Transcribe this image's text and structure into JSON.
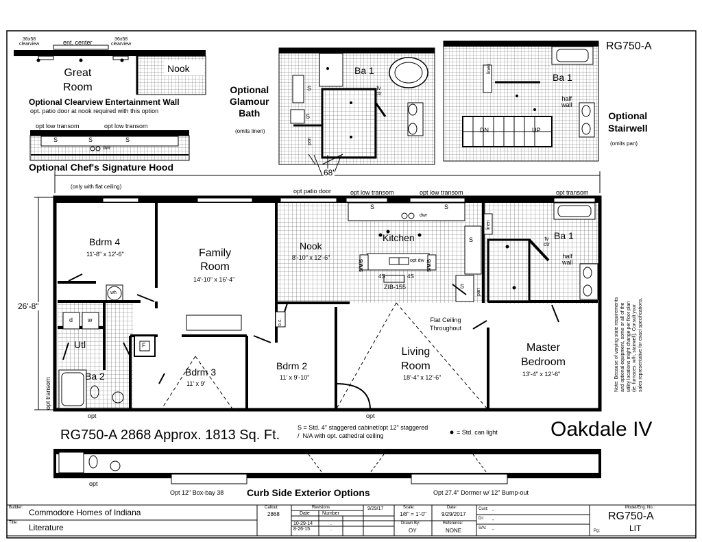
{
  "model_code": "RG750-A",
  "insets": {
    "entertainment": {
      "clearview_left": "36x58\nclearview",
      "ent_center": "ent. center",
      "clearview_right": "36x58\nclearview",
      "great_room": "Great\nRoom",
      "nook": "Nook",
      "title": "Optional Clearview Entertainment Wall",
      "note": "opt. patio door at nook required with this option"
    },
    "chef_hood": {
      "transom_left": "opt low transom",
      "transom_right": "opt low transom",
      "dwr": "dwr",
      "s1": "S",
      "s2": "S",
      "s3": "S",
      "title": "Optional Chef's Signature Hood",
      "flat_ceiling": "(only with flat ceiling)"
    },
    "glamour_bath": {
      "title": "Optional\nGlamour\nBath",
      "omits": "(omits linen)",
      "ba": "Ba 1",
      "tv": "tv\nctr",
      "s1": "S",
      "s2": "S",
      "pan": "pan"
    },
    "stairwell": {
      "title": "Optional\nStairwell",
      "omits": "(omits pan)",
      "ba": "Ba 1",
      "linen": "linen",
      "half_wall": "half\nwall",
      "down": "DN",
      "up": "UP"
    }
  },
  "dimensions": {
    "width": "68'",
    "depth": "26'-8\""
  },
  "exterior_labels": {
    "patio_door": "opt patio door",
    "transom1": "opt low transom",
    "transom2": "opt low transom",
    "transom3": "opt transom",
    "transom_left": "opt transom",
    "opt_bottom1": "opt",
    "opt_bottom2": "opt"
  },
  "rooms": {
    "bdrm4": {
      "name": "Bdrm 4",
      "size": "11'-8\" x 12'-6\""
    },
    "family": {
      "name": "Family\nRoom",
      "size": "14'-10\" x 16'-4\""
    },
    "nook": {
      "name": "Nook",
      "size": "8'-10\" x 12'-6\""
    },
    "kitchen": {
      "name": "Kitchen"
    },
    "ba1": {
      "name": "Ba 1"
    },
    "bdrm3": {
      "name": "Bdrm 3",
      "size": "11' x 9'"
    },
    "bdrm2": {
      "name": "Bdrm 2",
      "size": "11' x 9'-10\""
    },
    "living": {
      "name": "Living\nRoom",
      "size": "18'-4\" x 12'-6\""
    },
    "master": {
      "name": "Master\nBedroom",
      "size": "13'-4\" x 12'-6\""
    },
    "util": {
      "name": "Utl"
    },
    "ba2": {
      "name": "Ba 2"
    }
  },
  "fixtures": {
    "wh": "wh",
    "d": "d",
    "w": "w",
    "f": "F",
    "dwr": "dwr",
    "linen": "linen",
    "tv": "tv\nctr",
    "half_wall": "half\nwall",
    "pan": "pan",
    "sms1": "S/M/S",
    "sms2": "S/M/S",
    "odw": "opt dw",
    "s4a": "4S",
    "s4b": "4S",
    "zib": "ZIB-155",
    "oc": "o.c.",
    "s_a": "S",
    "s_b": "S",
    "s_c": "S",
    "s_d": "S"
  },
  "flat_ceiling": "Flat Ceiling\nThroughout",
  "side_note": "Note: Because of varying state requirements\nand optional equipment, some or all of the\nutility locations might change per floor plan\n(ie: furnaces, w/h, stairwell). Consult your\nsales representative for exact specifications.",
  "model_line": "RG750-A 2868  Approx. 1813 Sq. Ft.",
  "legend_s": "S = Std. 4\" staggered cabinet/opt 12\" staggered\n/  N/A with opt. cathedral ceiling",
  "legend_can": "= Std. can light",
  "plan_name": "Oakdale IV",
  "exterior": {
    "opt": "opt",
    "box_bay": "Opt 12\" Box-bay 38",
    "title": "Curb Side Exterior Options",
    "dormer": "Opt 27.4\" Dormer w/ 12\" Bump-out"
  },
  "title_block": {
    "builder_label": "Builder:",
    "builder": "Commodore Homes of Indiana",
    "title_label": "Title:",
    "title": "Literature",
    "callout_label": "Callout:",
    "callout": "2868",
    "revisions_label": "Revisions",
    "rev_date_hdr": "Date",
    "rev_num_hdr": "Number",
    "rev1": "10-29-14",
    "rev2": "8-26-15",
    "rev_date_top": "9/29/17",
    "scale_label": "Scale:",
    "scale": "1/8\" = 1'-0\"",
    "drawn_label": "Drawn By:",
    "drawn": "OY",
    "date_label": "Date:",
    "date": "9/29/2017",
    "ref_label": "Reference:",
    "ref": "NONE",
    "cust_label": "Cust:",
    "cust": "-",
    "dr_label": "Dr:",
    "dr": "-",
    "sn_label": "S/N:",
    "sn": "-",
    "model_label": "Model/Eng. No.:",
    "model": "RG750-A",
    "pg_label": "Pg:",
    "pg": "LIT",
    "dot": "."
  },
  "can_light_color": "#000000"
}
